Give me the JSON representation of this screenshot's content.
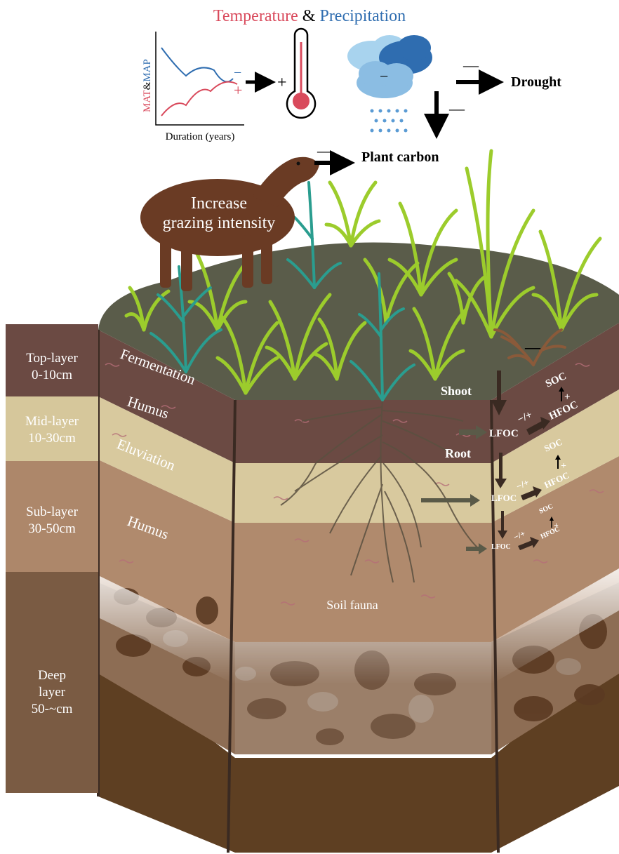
{
  "title": {
    "part1": "Temperature",
    "amp": " & ",
    "part2": "Precipitation"
  },
  "mini_chart": {
    "ylabel_a": "MAT",
    "ylabel_amp": "&",
    "ylabel_b": "MAP",
    "xlabel": "Duration (years)",
    "sign_map": "−",
    "sign_mat": "+"
  },
  "signs": {
    "thermo_plus": "+",
    "cloud_minus": "−",
    "drought_minus": "—",
    "down_minus": "—",
    "sheep_minus": "—",
    "litter_minus": "—",
    "soc1_plus": "+",
    "soc2_plus": "+",
    "soc3_plus": "+"
  },
  "labels": {
    "drought": "Drought",
    "plant_carbon": "Plant carbon",
    "grazing_line1": "Increase",
    "grazing_line2": "grazing intensity",
    "shoot": "Shoot",
    "root": "Root",
    "soil_fauna": "Soil fauna"
  },
  "horizons": {
    "fermentation": "Fermentation",
    "humus1": "Humus",
    "eluviation": "Eluviation",
    "humus2": "Humus"
  },
  "layers": [
    {
      "line1": "Top-layer",
      "line2": "0-10cm",
      "color": "#6b4a43"
    },
    {
      "line1": "Mid-layer",
      "line2": "10-30cm",
      "color": "#d6c79b"
    },
    {
      "line1": "Sub-layer",
      "line2": "30-50cm",
      "color": "#ad876a"
    },
    {
      "line1": "Deep",
      "line2": "layer",
      "line3": "50-~cm",
      "color": "#7a5b43"
    }
  ],
  "carbon_pools": {
    "lfoc": "LFOC",
    "hfoc": "HFOC",
    "soc": "SOC",
    "effect": "−/+"
  },
  "colors": {
    "temperature": "#d94a5c",
    "precipitation": "#2f6db0",
    "plant_green": "#9ccc2c",
    "teal_plant": "#2a9d8f",
    "sheep": "#6a3b24",
    "surface": "#5a5a48"
  }
}
